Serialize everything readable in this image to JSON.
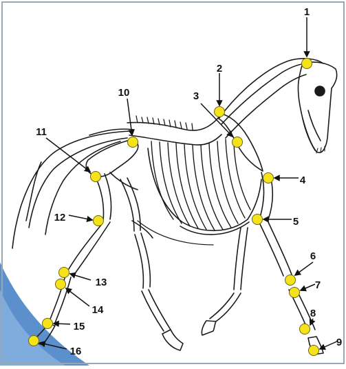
{
  "diagram": {
    "subject": "horse-skeleton",
    "marker_color": "#f4e21b",
    "marker_stroke": "#6e6410",
    "bone_color": "#ffffff",
    "ink_color": "#1a1a1a",
    "corner_accent_color": "#4a84c8",
    "labels": [
      {
        "num": "1"
      },
      {
        "num": "2"
      },
      {
        "num": "3"
      },
      {
        "num": "4"
      },
      {
        "num": "5"
      },
      {
        "num": "6"
      },
      {
        "num": "7"
      },
      {
        "num": "8"
      },
      {
        "num": "9"
      },
      {
        "num": "10"
      },
      {
        "num": "11"
      },
      {
        "num": "12"
      },
      {
        "num": "13"
      },
      {
        "num": "14"
      },
      {
        "num": "15"
      },
      {
        "num": "16"
      }
    ]
  }
}
